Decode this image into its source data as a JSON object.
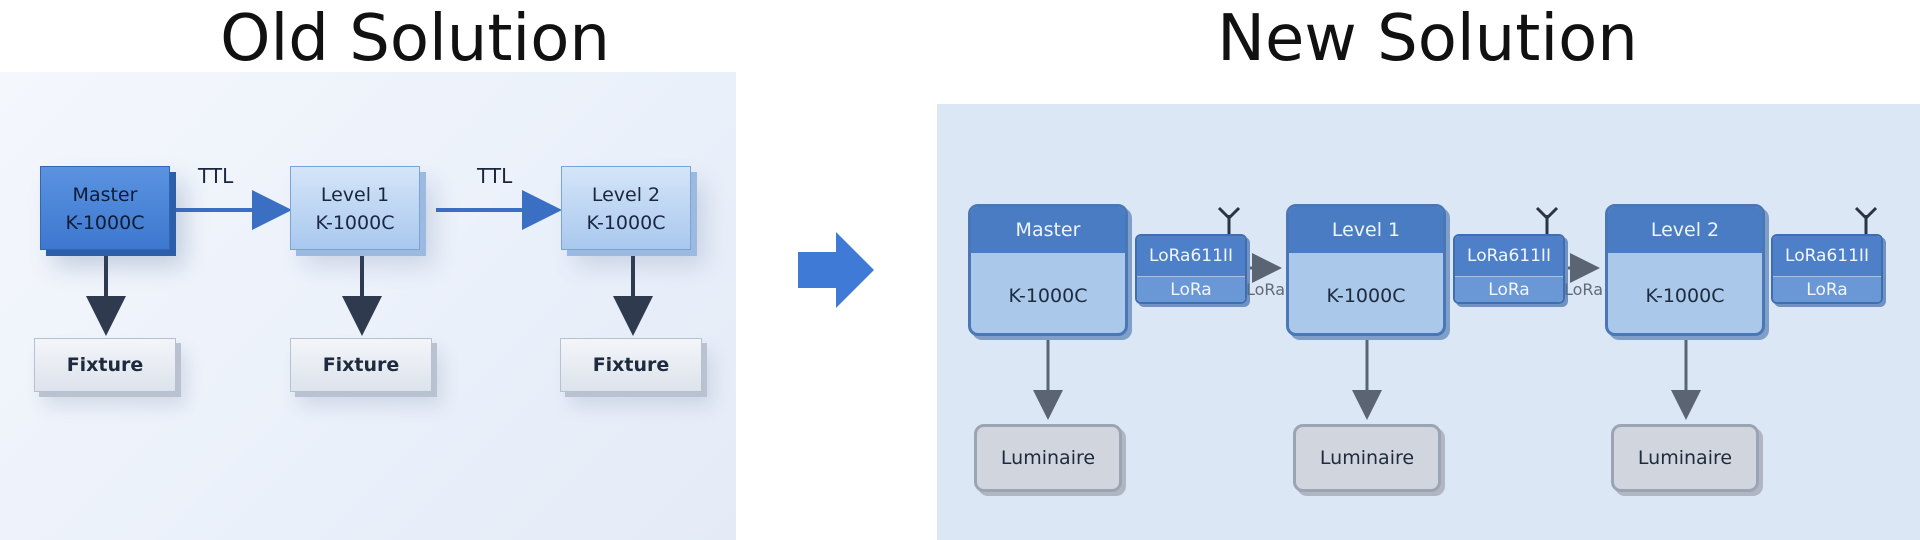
{
  "titles": {
    "old": "Old Solution",
    "new": "New Solution"
  },
  "old": {
    "nodes": [
      {
        "line1": "Master",
        "line2": "K-1000C"
      },
      {
        "line1": "Level 1",
        "line2": "K-1000C"
      },
      {
        "line1": "Level 2",
        "line2": "K-1000C"
      }
    ],
    "link_label": "TTL",
    "fixture_label": "Fixture"
  },
  "new": {
    "nodes": [
      {
        "head": "Master",
        "body": "K-1000C"
      },
      {
        "head": "Level 1",
        "body": "K-1000C"
      },
      {
        "head": "Level 2",
        "body": "K-1000C"
      }
    ],
    "module": {
      "name": "LoRa611II",
      "sub": "LoRa"
    },
    "link_label": "LoRa",
    "luminaire_label": "Luminaire"
  },
  "colors": {
    "arrow": "#3f7bd6",
    "connector": "#3a4354"
  }
}
